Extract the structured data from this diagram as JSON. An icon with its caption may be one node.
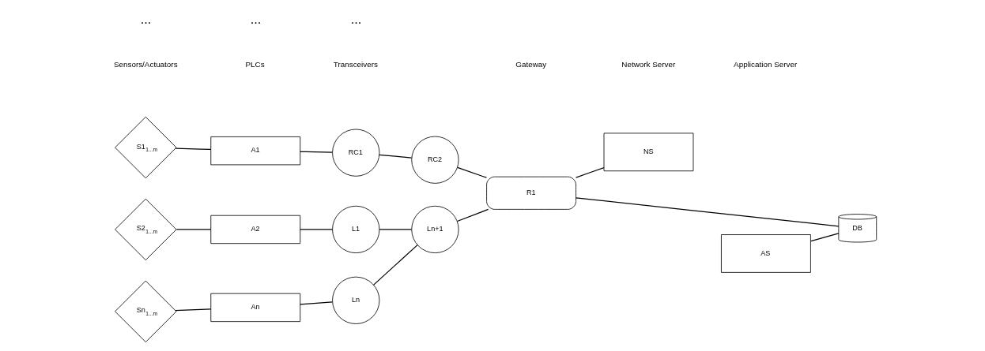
{
  "diagram": {
    "nodes": [
      {
        "text": [
          "S1$_{1...m}$"
        ]
      },
      {
        "text": [
          "S2$_{1...m}$"
        ]
      },
      {
        "text": [
          "Sn$_{1...m}$"
        ]
      },
      {
        "text": [
          "A1"
        ]
      },
      {
        "text": [
          "A2"
        ]
      },
      {
        "text": [
          "An"
        ]
      },
      {
        "text": [
          "RC1"
        ]
      },
      {
        "text": [
          "L1"
        ]
      },
      {
        "text": [
          "Ln"
        ]
      },
      {
        "text": [
          "RC2"
        ]
      },
      {
        "text": [
          "Ln+1"
        ]
      },
      {
        "text": [
          "R1"
        ]
      },
      {
        "text": [
          "NS"
        ]
      },
      {
        "text": [
          "AS"
        ]
      },
      {
        "text": [
          "DB"
        ]
      }
    ],
    "edges": [
      {
        "from": 0,
        "to": 3,
        "arrow": "none"
      },
      {
        "from": 1,
        "to": 4,
        "arrow": "none"
      },
      {
        "from": 2,
        "to": 5,
        "arrow": "none"
      },
      {
        "from": 3,
        "to": 6,
        "arrow": "none"
      },
      {
        "from": 4,
        "to": 7,
        "arrow": "none"
      },
      {
        "from": 5,
        "to": 8,
        "arrow": "none"
      },
      {
        "from": 6,
        "to": 9,
        "arrow": "none"
      },
      {
        "from": 7,
        "to": 10,
        "arrow": "none"
      },
      {
        "from": 8,
        "to": 10,
        "arrow": "none"
      },
      {
        "from": 9,
        "to": 11,
        "arrow": "none"
      },
      {
        "from": 10,
        "to": 11,
        "arrow": "none"
      },
      {
        "from": 11,
        "to": 12,
        "arrow": "none"
      },
      {
        "from": 11,
        "to": 14,
        "arrow": "none"
      },
      {
        "from": 13,
        "to": 14,
        "arrow": "none"
      }
    ],
    "labels": [
      "Sensors/Actuators",
      "PLCs",
      "Transceivers",
      "Gateway",
      "Network Server",
      "Application Server",
      "...",
      "...",
      "..."
    ]
  }
}
